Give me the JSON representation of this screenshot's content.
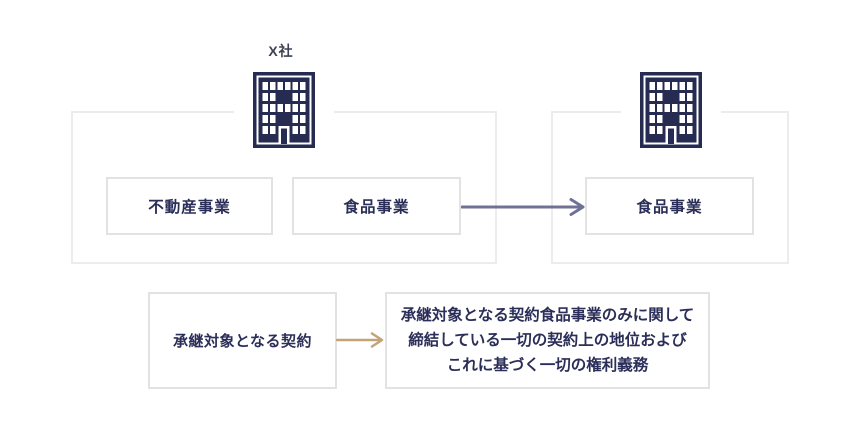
{
  "colors": {
    "navy": "#262b52",
    "text": "#2b2e58",
    "label": "#3e4254",
    "arrow_slate": "#6f7296",
    "arrow_tan": "#c1a47a",
    "container_border": "#ececec",
    "box_border": "#e2e2e2",
    "background": "#ffffff"
  },
  "top_section": {
    "company_label": "X社",
    "source_company": {
      "businesses": [
        {
          "label": "不動産事業"
        },
        {
          "label": "食品事業"
        }
      ]
    },
    "target_company": {
      "businesses": [
        {
          "label": "食品事業"
        }
      ]
    },
    "transfer_arrow": {
      "direction": "right",
      "color": "#6f7296"
    }
  },
  "bottom_section": {
    "subject_box": {
      "label": "承継対象となる契約"
    },
    "arrow": {
      "direction": "right",
      "color": "#c1a47a"
    },
    "description_box": {
      "lines": [
        "承継対象となる契約食品事業のみに関して",
        "締結している一切の契約上の地位および",
        "これに基づく一切の権利義務"
      ]
    }
  },
  "icons": {
    "left_building": "office-building",
    "right_building": "office-building"
  }
}
